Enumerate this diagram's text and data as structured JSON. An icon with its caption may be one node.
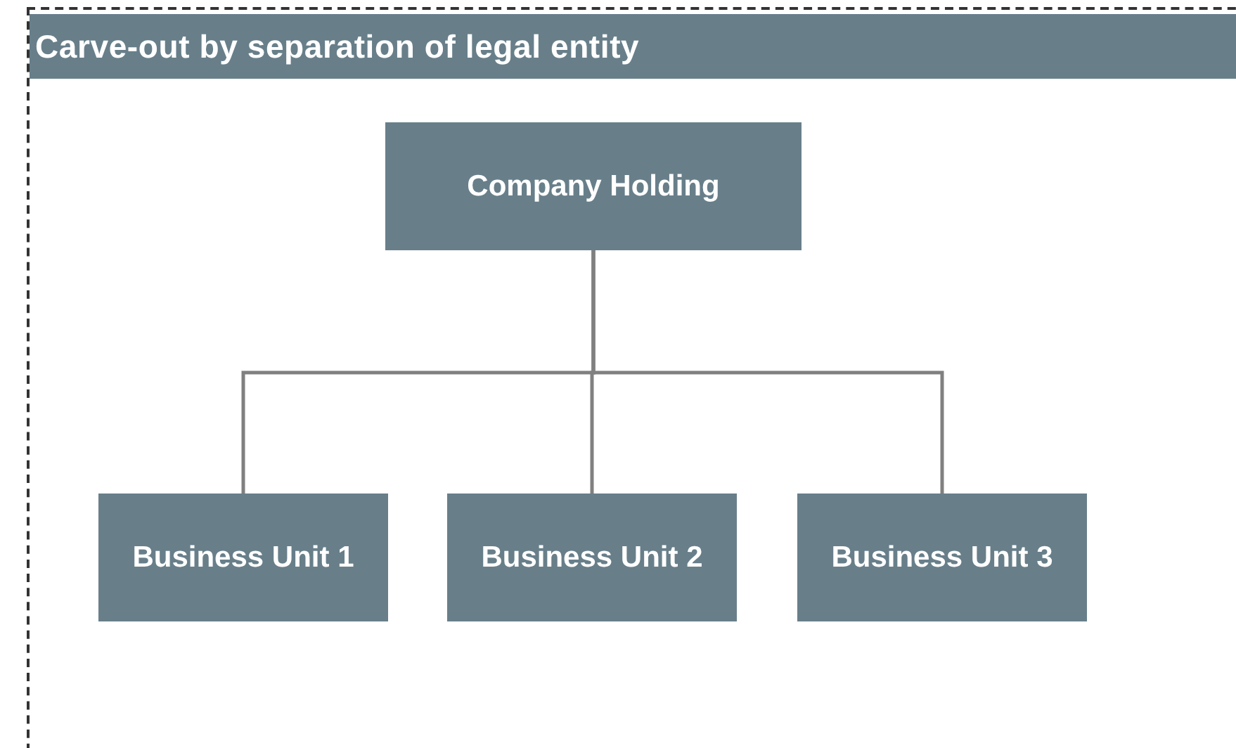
{
  "diagram": {
    "title": "Carve-out by separation of legal entity",
    "nodes": [
      {
        "text": [
          "Company Holding"
        ]
      },
      {
        "text": [
          "Business Unit 1"
        ]
      },
      {
        "text": [
          "Business Unit 2"
        ]
      },
      {
        "text": [
          "Business Unit 3"
        ]
      }
    ],
    "edges": [
      {
        "from": 0,
        "to": 1,
        "arrow": "none"
      },
      {
        "from": 0,
        "to": 2,
        "arrow": "none"
      },
      {
        "from": 0,
        "to": 3,
        "arrow": "none"
      }
    ]
  }
}
